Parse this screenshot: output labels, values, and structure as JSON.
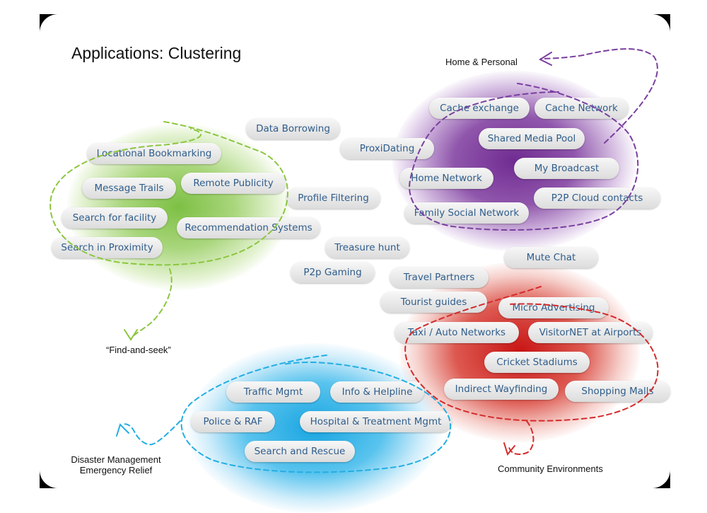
{
  "title": "Applications: Clustering",
  "colors": {
    "green": "#76bc3a",
    "purple": "#702c91",
    "red": "#c81414",
    "blue": "#19a5e1",
    "pill_text": "#2f5d8c"
  },
  "cluster_labels": {
    "home": "Home & Personal",
    "find": "“Find-and-seek”",
    "disaster_line1": "Disaster Management",
    "disaster_line2": "Emergency Relief",
    "community": "Community Environments"
  },
  "pills": {
    "data_borrowing": "Data Borrowing",
    "locational_bookmarking": "Locational Bookmarking",
    "proxidating": "ProxiDating",
    "message_trails": "Message Trails",
    "remote_publicity": "Remote Publicity",
    "profile_filtering": "Profile Filtering",
    "search_for_facility": "Search for facility",
    "recommendation_systems": "Recommendation Systems",
    "search_in_proximity": "Search in Proximity",
    "treasure_hunt": "Treasure hunt",
    "p2p_gaming": "P2p Gaming",
    "cache_exchange": "Cache exchange",
    "cache_network": "Cache Network",
    "shared_media_pool": "Shared Media Pool",
    "home_network": "Home Network",
    "my_broadcast": "My Broadcast",
    "p2p_cloud_contacts": "P2P Cloud contacts",
    "family_social_network": "Family Social Network",
    "mute_chat": "Mute Chat",
    "travel_partners": "Travel Partners",
    "tourist_guides": "Tourist guides",
    "micro_advertising": "Micro Advertising",
    "taxi_auto_networks": "Taxi / Auto Networks",
    "visitornet_at_airports": "VisitorNET at Airports",
    "cricket_stadiums": "Cricket Stadiums",
    "indirect_wayfinding": "Indirect Wayfinding",
    "shopping_malls": "Shopping Malls",
    "traffic_mgmt": "Traffic Mgmt",
    "info_helpline": "Info & Helpline",
    "police_raf": "Police & RAF",
    "hospital_treatment_mgmt": "Hospital & Treatment Mgmt",
    "search_and_rescue": "Search and Rescue"
  }
}
